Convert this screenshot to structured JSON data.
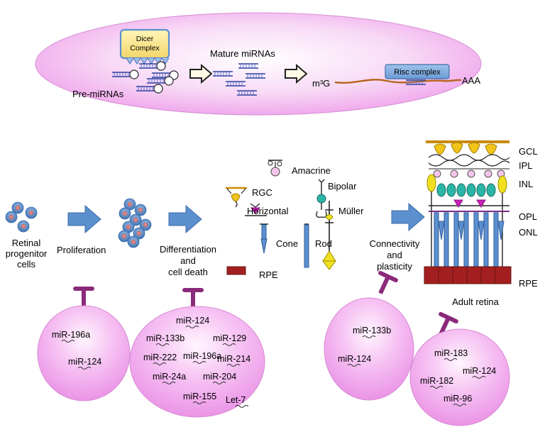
{
  "top_pathway": {
    "dicer_label": [
      "Dicer",
      "Complex"
    ],
    "pre_mirnas": "Pre-miRNAs",
    "mature_mirnas": "Mature miRNAs",
    "mrna_cap": "m³G",
    "risc_label": "Risc complex",
    "poly_a": "AAA"
  },
  "stages": {
    "retinal_progenitor": [
      "Retinal",
      "progenitor",
      "cells"
    ],
    "proliferation": "Proliferation",
    "differentiation": [
      "Differentiation",
      "and",
      "cell death"
    ],
    "connectivity": [
      "Connectivity",
      "and",
      "plasticity"
    ],
    "adult_retina": "Adult retina"
  },
  "cell_types": {
    "amacrine": "Amacrine",
    "bipolar": "Bipolar",
    "rgc": "RGC",
    "horizontal": "Horizontal",
    "muller": "Müller",
    "cone": "Cone",
    "rod": "Rod",
    "rpe": "RPE"
  },
  "retina_layers": [
    "GCL",
    "IPL",
    "INL",
    "OPL",
    "ONL",
    "RPE"
  ],
  "mirna_groups": {
    "proliferation": [
      "miR-196a",
      "miR-124"
    ],
    "differentiation": [
      "miR-124",
      "miR-133b",
      "miR-129",
      "miR-222",
      "miR-196a",
      "miR-214",
      "miR-24a",
      "miR-204",
      "miR-155",
      "Let-7"
    ],
    "connectivity": [
      "miR-133b",
      "miR-124"
    ],
    "adult": [
      "miR-183",
      "miR-124",
      "miR-182",
      "miR-96"
    ]
  },
  "colors": {
    "bubble": "#f3a8f0",
    "arrow": "#5b8fce",
    "inhibitor": "#8a2a7a",
    "rpe": "#a31f1f",
    "cell": "#5c8fcf",
    "mrna": "#b5651d"
  }
}
